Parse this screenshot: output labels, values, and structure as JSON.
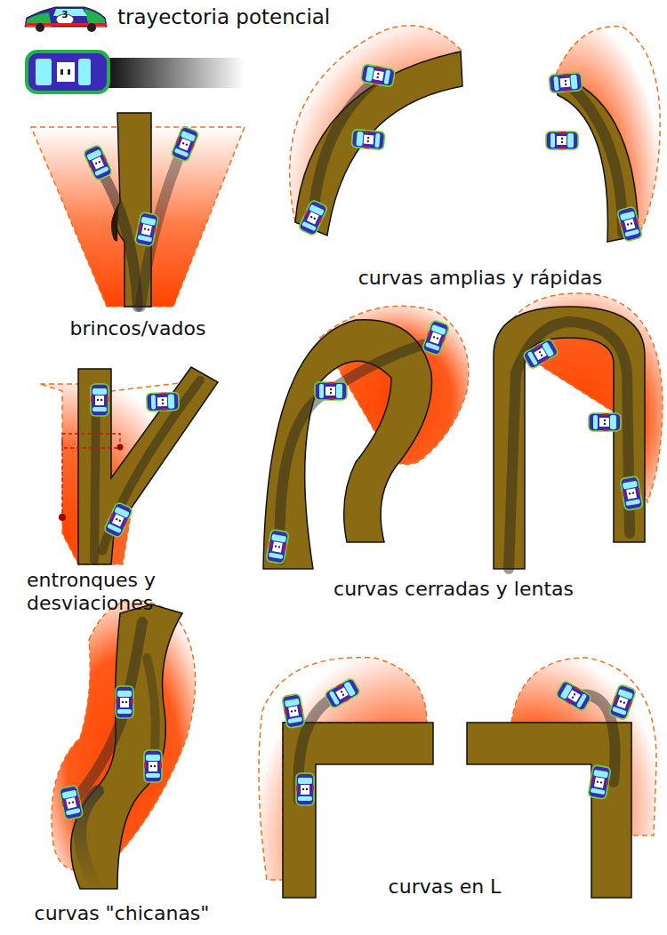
{
  "diagram": {
    "labels": [
      "3",
      "brincos/vados",
      "curvas amplias y rápidas",
      "entronques y desviaciones",
      "curvas cerradas y lentas",
      "curvas \"chicanas\"",
      "curvas en L"
    ],
    "legend": [
      {
        "text": "trayectoria potencial"
      }
    ]
  }
}
